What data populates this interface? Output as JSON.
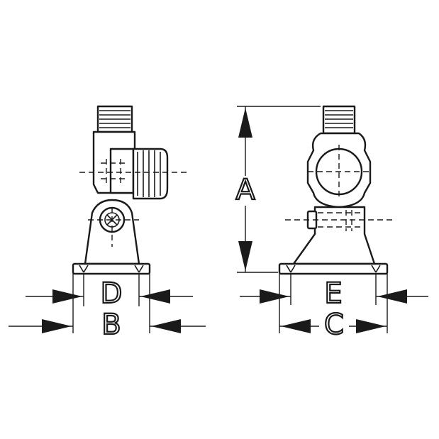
{
  "labels": {
    "A": "A",
    "B": "B",
    "C": "C",
    "D": "D",
    "E": "E"
  },
  "colors": {
    "ink": "#1a1a1a",
    "paper": "#ffffff"
  }
}
